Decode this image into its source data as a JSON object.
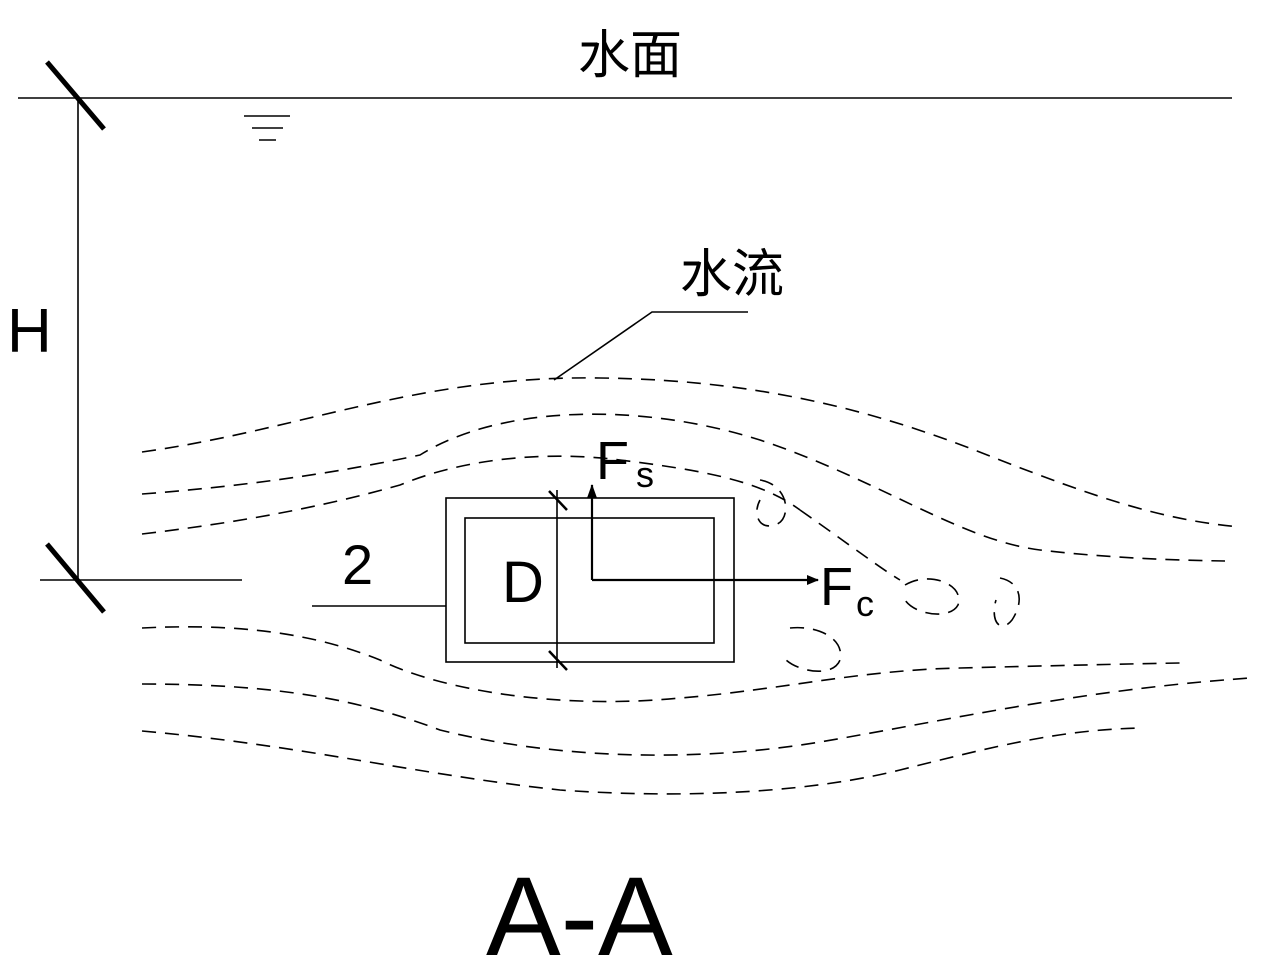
{
  "labels": {
    "water_surface": "水面",
    "water_flow": "水流",
    "depth": "H",
    "part_number": "2",
    "diameter": "D",
    "force_vertical_main": "F",
    "force_vertical_sub": "s",
    "force_horizontal_main": "F",
    "force_horizontal_sub": "c",
    "section_title": "A-A"
  },
  "colors": {
    "line": "#000000",
    "background": "#ffffff"
  }
}
